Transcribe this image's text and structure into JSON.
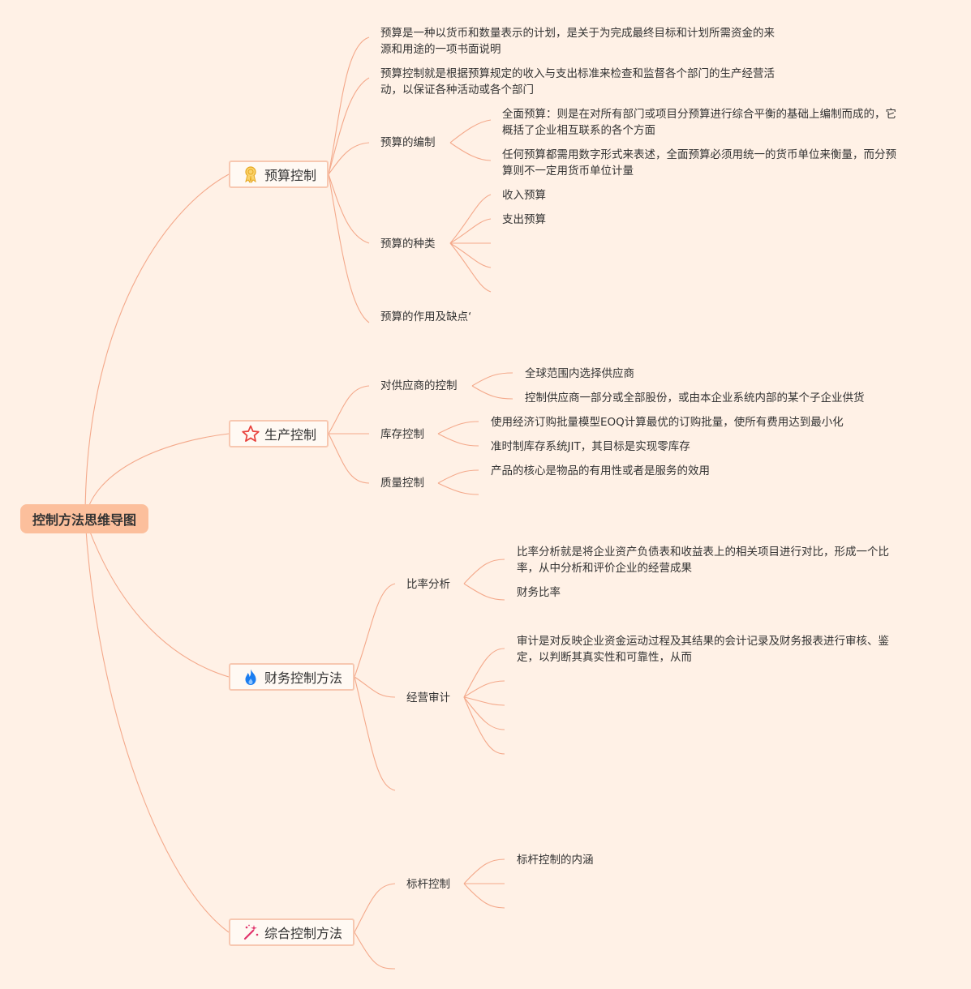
{
  "root": {
    "label": "控制方法思维导图"
  },
  "branches": [
    {
      "label": "预算控制",
      "icon": "award-ribbon-icon",
      "subs": [
        {
          "label": "预算是一种以货币和数量表示的计划，是关于为完成最终目标和计划所需资金的来源和用途的一项书面说明"
        },
        {
          "label": "预算控制就是根据预算规定的收入与支出标准来检查和监督各个部门的生产经营活动，以保证各种活动或各个部门"
        },
        {
          "label": "预算的编制",
          "children": [
            "全面预算：则是在对所有部门或项目分预算进行综合平衡的基础上编制而成的，它概括了企业相互联系的各个方面",
            "任何预算都需用数字形式来表述，全面预算必须用统一的货币单位来衡量，而分预算则不一定用货币单位计量"
          ]
        },
        {
          "label": "预算的种类",
          "children": [
            "收入预算",
            "支出预算",
            "",
            "",
            ""
          ]
        },
        {
          "label": "预算的作用及缺点‘"
        }
      ]
    },
    {
      "label": "生产控制",
      "icon": "star-outline-icon",
      "subs": [
        {
          "label": "对供应商的控制",
          "children": [
            "全球范围内选择供应商",
            "控制供应商一部分或全部股份，或由本企业系统内部的某个子企业供货"
          ]
        },
        {
          "label": "库存控制",
          "children": [
            "使用经济订购批量模型EOQ计算最优的订购批量，使所有费用达到最小化",
            "准时制库存系统JIT，其目标是实现零库存"
          ]
        },
        {
          "label": "质量控制",
          "children": [
            "产品的核心是物品的有用性或者是服务的效用",
            ""
          ]
        }
      ]
    },
    {
      "label": "财务控制方法",
      "icon": "flame-icon",
      "subs": [
        {
          "label": "比率分析",
          "children": [
            "比率分析就是将企业资产负债表和收益表上的相关项目进行对比，形成一个比率，从中分析和评价企业的经营成果",
            "财务比率"
          ]
        },
        {
          "label": "经营审计",
          "children": [
            "审计是对反映企业资金运动过程及其结果的会计记录及财务报表进行审核、鉴定，以判断其真实性和可靠性，从而",
            "",
            "",
            "",
            ""
          ]
        },
        {
          "label": ""
        }
      ]
    },
    {
      "label": "综合控制方法",
      "icon": "magic-wand-icon",
      "subs": [
        {
          "label": "标杆控制",
          "children": [
            "标杆控制的内涵",
            "",
            ""
          ]
        },
        {
          "label": ""
        }
      ]
    }
  ],
  "colors": {
    "background": "#fff1e6",
    "root_fill": "#fcbf9c",
    "link": "#f4a98b",
    "node_border": "#f7c8b1"
  }
}
